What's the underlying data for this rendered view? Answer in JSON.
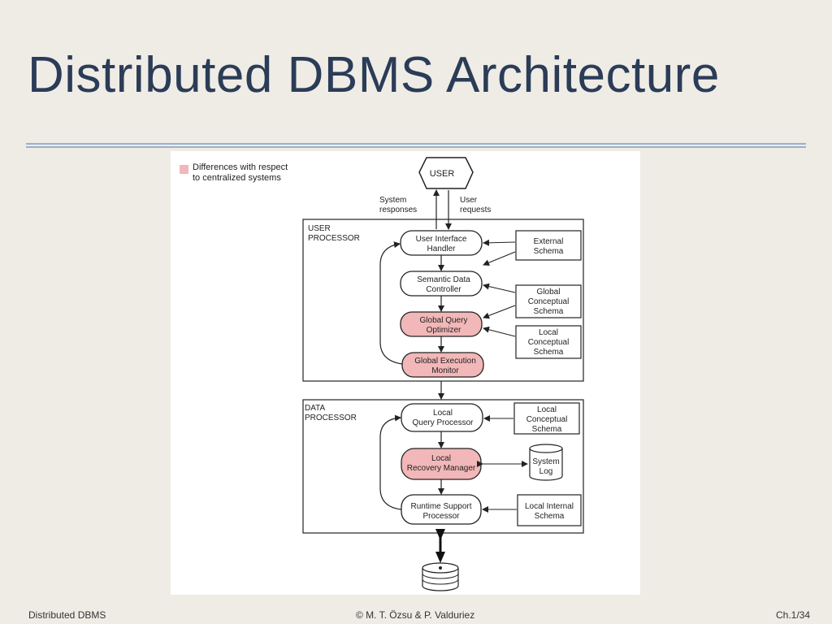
{
  "slide": {
    "title": "Distributed DBMS Architecture"
  },
  "footer": {
    "left": "Distributed DBMS",
    "center": "© M. T. Özsu & P. Valduriez",
    "right": "Ch.1/34"
  },
  "legend": {
    "line1": "Differences with respect",
    "line2": "to centralized systems",
    "color": "#f2b7b8"
  },
  "user": {
    "label": "USER",
    "responses_1": "System",
    "responses_2": "responses",
    "requests_1": "User",
    "requests_2": "requests"
  },
  "user_processor": {
    "label_1": "USER",
    "label_2": "PROCESSOR",
    "ui_handler_1": "User Interface",
    "ui_handler_2": "Handler",
    "semantic_1": "Semantic Data",
    "semantic_2": "Controller",
    "gqo_1": "Global Query",
    "gqo_2": "Optimizer",
    "gem_1": "Global Execution",
    "gem_2": "Monitor"
  },
  "user_schemas": {
    "external_1": "External",
    "external_2": "Schema",
    "gcs_1": "Global",
    "gcs_2": "Conceptual",
    "gcs_3": "Schema",
    "lcs_1": "Local",
    "lcs_2": "Conceptual",
    "lcs_3": "Schema"
  },
  "data_processor": {
    "label_1": "DATA",
    "label_2": "PROCESSOR",
    "lqp_1": "Local",
    "lqp_2": "Query Processor",
    "lrm_1": "Local",
    "lrm_2": "Recovery Manager",
    "rsp_1": "Runtime Support",
    "rsp_2": "Processor"
  },
  "data_schemas": {
    "lcs_1": "Local",
    "lcs_2": "Conceptual",
    "lcs_3": "Schema",
    "syslog_1": "System",
    "syslog_2": "Log",
    "lis_1": "Local Internal",
    "lis_2": "Schema"
  },
  "colors": {
    "highlight": "#f2b7b8",
    "title": "#2b3c57",
    "rule": "#9ab0cf"
  }
}
